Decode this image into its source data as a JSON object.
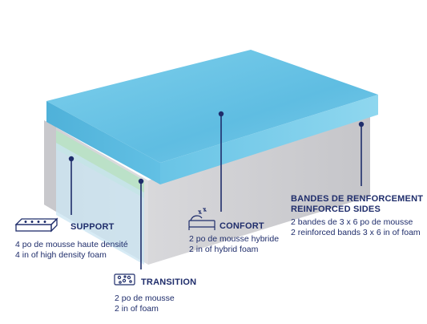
{
  "labels": {
    "support": {
      "title": "SUPPORT",
      "line1": "4 po de mousse haute densité",
      "line2": "4 in of high density foam"
    },
    "transition": {
      "title": "TRANSITION",
      "line1": "2 po de mousse",
      "line2": "2 in of foam"
    },
    "confort": {
      "title": "CONFORT",
      "line1": "2 po de mousse hybride",
      "line2": "2 in of hybrid foam"
    },
    "sides": {
      "title1": "BANDES DE RENFORCEMENT",
      "title2": "REINFORCED SIDES",
      "line1": "2 bandes de 3 x 6 po de mousse",
      "line2": "2 reinforced bands 3 x 6 in of foam"
    }
  },
  "colors": {
    "accent": "#1f2d6b",
    "top_layer": "#6cc3e3",
    "transition_layer": "#b8e0c8",
    "base_layer": "#d7d7da"
  },
  "icons": [
    "support-foam-icon",
    "transition-foam-icon",
    "bed-comfort-icon"
  ]
}
